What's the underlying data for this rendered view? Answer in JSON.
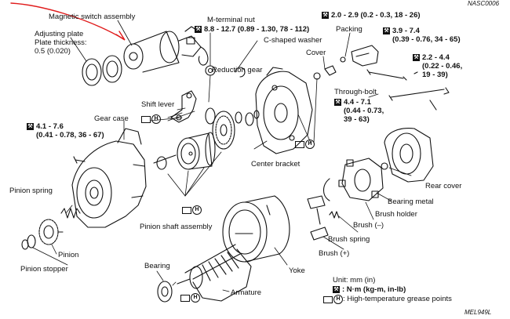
{
  "doc_code": "NASC0006",
  "fig_code": "MEL949L",
  "parts": {
    "magnetic_switch": "Magnetic switch assembly",
    "adjusting_plate_1": "Adjusting plate",
    "adjusting_plate_2": "Plate thickness:",
    "adjusting_plate_3": "0.5 (0.020)",
    "m_terminal_nut": "M-terminal nut",
    "m_terminal_torque": "8.8 - 12.7 (0.89 - 1.30, 78 - 112)",
    "c_washer": "C-shaped washer",
    "packing": "Packing",
    "cover": "Cover",
    "reduction_gear": "Reduction gear",
    "shift_lever": "Shift lever",
    "gear_case": "Gear case",
    "center_bracket": "Center bracket",
    "through_bolt": "Through-bolt",
    "through_bolt_torque_1": "4.4 - 7.1",
    "through_bolt_torque_2": "(0.44 - 0.73,",
    "through_bolt_torque_3": "39 - 63)",
    "rear_cover": "Rear cover",
    "bearing_metal": "Bearing metal",
    "brush_holder": "Brush holder",
    "brush_minus": "Brush (–)",
    "brush_spring": "Brush spring",
    "brush_plus": "Brush (+)",
    "pinion_spring": "Pinion spring",
    "pinion": "Pinion",
    "pinion_stopper": "Pinion stopper",
    "pinion_shaft": "Pinion shaft assembly",
    "bearing": "Bearing",
    "armature": "Armature",
    "yoke": "Yoke"
  },
  "torques": {
    "t1": "2.0 - 2.9 (0.2 - 0.3, 18 - 26)",
    "t2_1": "3.9 - 7.4",
    "t2_2": "(0.39 - 0.76, 34 - 65)",
    "t3_1": "2.2 - 4.4",
    "t3_2": "(0.22 - 0.46,",
    "t3_3": "19 - 39)",
    "t4_1": "4.1 - 7.6",
    "t4_2": "(0.41 - 0.78, 36 - 67)"
  },
  "legend": {
    "unit": "Unit: mm (in)",
    "torque_unit": ": N·m (kg-m, in-lb)",
    "grease": ": High-temperature grease points"
  },
  "icons": {
    "wrench_glyph": "⚒",
    "grease_letter": "H"
  }
}
